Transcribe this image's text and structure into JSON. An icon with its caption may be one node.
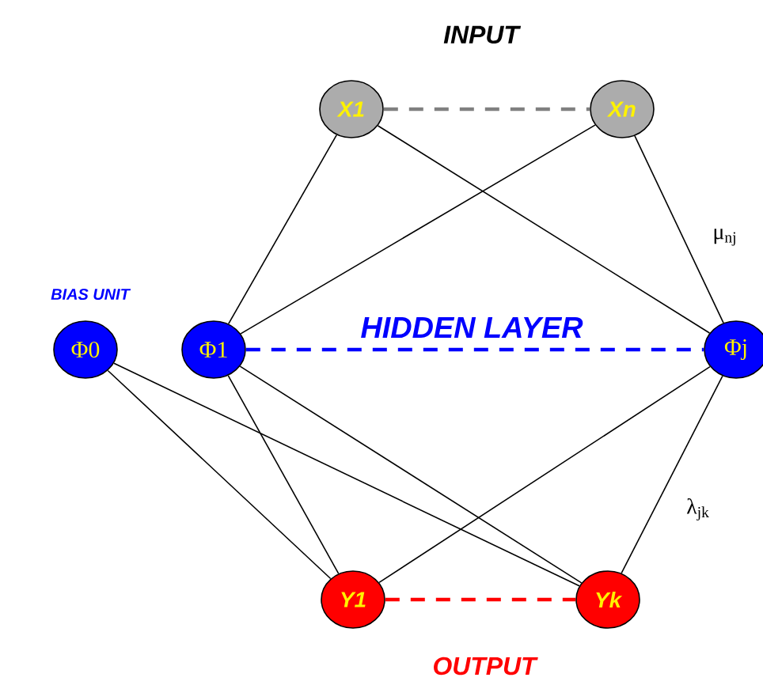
{
  "diagram": {
    "nodes": [
      {
        "text": [
          "X1"
        ]
      },
      {
        "text": [
          "Xn"
        ]
      },
      {
        "text": [
          "Φ0"
        ]
      },
      {
        "text": [
          "Φ1"
        ]
      },
      {
        "text": [
          "Φj"
        ]
      },
      {
        "text": [
          "Y1"
        ]
      },
      {
        "text": [
          "Yk"
        ]
      }
    ],
    "edges": [
      {
        "from": 0,
        "to": 1,
        "arrow": "none",
        "style": "dashed",
        "color": "#808080"
      },
      {
        "from": 0,
        "to": 3,
        "arrow": "none"
      },
      {
        "from": 0,
        "to": 4,
        "arrow": "none"
      },
      {
        "from": 1,
        "to": 3,
        "arrow": "none"
      },
      {
        "from": 1,
        "to": 4,
        "arrow": "none"
      },
      {
        "from": 3,
        "to": 4,
        "arrow": "none",
        "style": "dashed",
        "color": "#0000ff"
      },
      {
        "from": 2,
        "to": 5,
        "arrow": "none"
      },
      {
        "from": 2,
        "to": 6,
        "arrow": "none"
      },
      {
        "from": 3,
        "to": 5,
        "arrow": "none"
      },
      {
        "from": 3,
        "to": 6,
        "arrow": "none"
      },
      {
        "from": 4,
        "to": 5,
        "arrow": "none"
      },
      {
        "from": 4,
        "to": 6,
        "arrow": "none"
      },
      {
        "from": 5,
        "to": 6,
        "arrow": "none",
        "style": "dashed",
        "color": "#ff0000"
      }
    ],
    "labels": [
      "INPUT",
      "μ$_{nj}$",
      "BIAS UNIT",
      "HIDDEN LAYER",
      "λ$_{jk}$",
      "OUTPUT"
    ]
  }
}
